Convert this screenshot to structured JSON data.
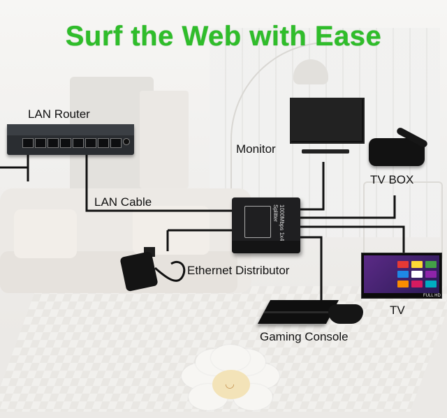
{
  "title": "Surf the Web with Ease",
  "labels": {
    "lan_router": "LAN Router",
    "monitor": "Monitor",
    "tv_box": "TV BOX",
    "lan_cable": "LAN Cable",
    "ethernet_distributor": "Ethernet Distributor",
    "tv": "TV",
    "gaming_console": "Gaming Console"
  },
  "device_text": {
    "distributor_print": "1000Mbps 1x4 Splitter",
    "tv_badge": "FULL HD"
  },
  "colors": {
    "title": "#2fbd2a",
    "cable": "#111111"
  }
}
